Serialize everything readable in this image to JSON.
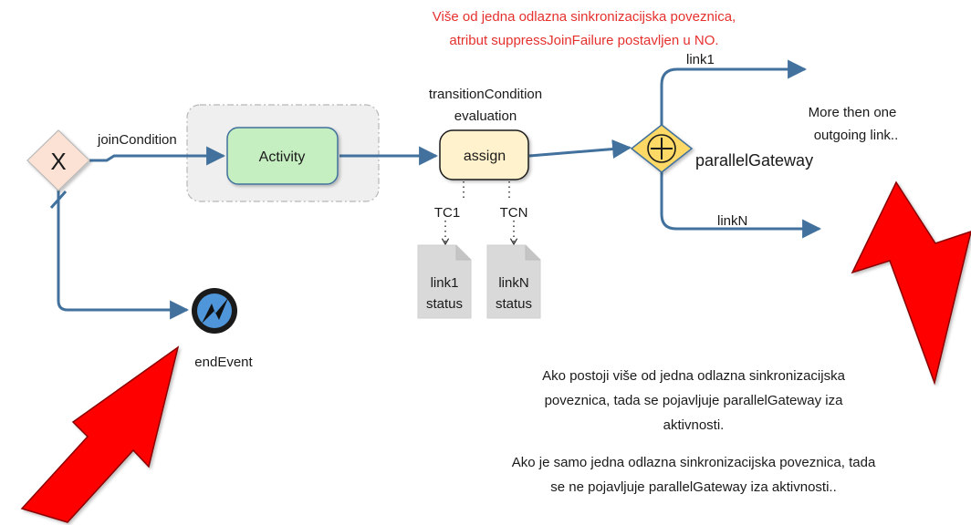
{
  "header_note": {
    "line1": "Više od jedna odlazna sinkronizacijska poveznica,",
    "line2": "atribut suppressJoinFailure postavljen u NO."
  },
  "gateway_exclusive": {
    "symbol": "X"
  },
  "join_condition_label": "joinCondition",
  "activity": {
    "label": "Activity"
  },
  "transition_condition": {
    "line1": "transitionCondition",
    "line2": "evaluation"
  },
  "assign": {
    "label": "assign"
  },
  "tc1_label": "TC1",
  "tcn_label": "TCN",
  "doc_link1": {
    "line1": "link1",
    "line2": "status"
  },
  "doc_linkn": {
    "line1": "linkN",
    "line2": "status"
  },
  "parallel_gateway": {
    "symbol": "+",
    "label": "parallelGateway"
  },
  "link1_label": "link1",
  "linkn_label": "linkN",
  "end_event": {
    "label": "endEvent"
  },
  "note_outgoing": {
    "line1": "More then one",
    "line2": "outgoing link.."
  },
  "explanation": {
    "p1_line1": "Ako postoji više od jedna odlazna sinkronizacijska",
    "p1_line2": "poveznica, tada se pojavljuje parallelGateway iza",
    "p1_line3": "aktivnosti.",
    "p2_line1": "Ako je samo jedna odlazna sinkronizacijska poveznica, tada",
    "p2_line2": "se ne pojavljuje parallelGateway iza aktivnosti.."
  },
  "colors": {
    "flow_line": "#41719c",
    "accent_red": "#e5312e",
    "activity_fill": "#c6efc1",
    "assign_fill": "#fff2cc",
    "gateway_fill": "#fbe2d5",
    "parallel_fill": "#ffd966",
    "end_event_fill": "#4e95d9"
  }
}
